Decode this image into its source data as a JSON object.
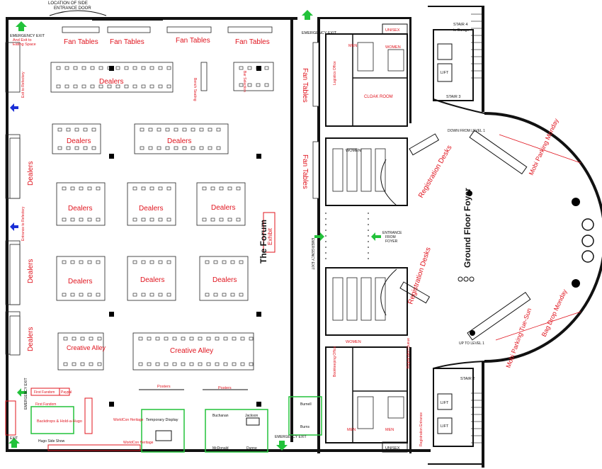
{
  "title": "Ground Floor Foyer",
  "forum_label": "The Forum",
  "top_door_label_1": "LOCATION OF SIDE",
  "top_door_label_2": "ENTRANCE DOOR",
  "emergency_exit": "EMERGENCY EXIT",
  "emergency_exit_left_sub_1": "And Exit to",
  "emergency_exit_left_sub_2": "Eating Space",
  "exit": "EXIT",
  "entrance_from_foyer_1": "ENTRANCE",
  "entrance_from_foyer_2": "FROM",
  "entrance_from_foyer_3": "FOYER",
  "fan_tables": "Fan Tables",
  "dealers": "Dealers",
  "creative_alley": "Creative Alley",
  "exhibit": "Exhibit",
  "registration_desks": "Registration Desks",
  "registration_queue": "Registration Queue",
  "bench_seating": "Bench Seating",
  "bar_selection": "Bar Selection",
  "exit_to_refectory": "Exit to Refectory",
  "entrance_to_refectory": "Entrance to Refectory",
  "posters": "Posters",
  "first_fandom": "First Fandom",
  "paypal": "Paypal",
  "backdrops": "Backdrops & Hold-a-Hugo",
  "hugo_side_show": "Hugo Side Show",
  "worldcon_heritage": "WorldCon Heritage",
  "temporary_display": "Temporary Display",
  "buchanan": "Buchanan",
  "jackson": "Jackson",
  "mcdonald": "McDonald",
  "dunne": "Dunne",
  "burnell": "Burnell",
  "burns": "Burns",
  "unisex": "UNISEX",
  "men": "MEN",
  "women": "WOMEN",
  "cloak_room": "CLOAK ROOM",
  "logistics_office": "Logistics Office",
  "bookkeeping_office": "Bookkeeping Office",
  "registration_entrance": "Registration Entrance",
  "stair_4": "STAIR 4",
  "stair_4_sub": "to Garage",
  "stair_3": "STAIR 3",
  "stair_2": "STAIR 2",
  "lift": "LIFT",
  "down_from_level_1": "DOWN FROM LEVEL 1",
  "up_to_level_1": "UP TO LEVEL 1",
  "mobi_parking_monday": "Mobi Parking Monday",
  "mobi_parking_tue_sun": "Mobi Parking Tue-Sun",
  "bag_drop_monday": "Bag Drop Monday",
  "colors": {
    "red": "#e0141e",
    "green": "#22c23a",
    "blue": "#1a2fd6",
    "wall": "#111111"
  },
  "icons": [
    "green-exit-arrow-icon",
    "blue-refectory-arrow-icon",
    "black-pillar-icon"
  ]
}
